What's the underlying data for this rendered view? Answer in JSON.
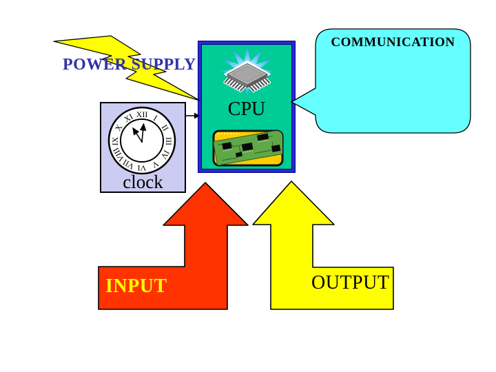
{
  "diagram": {
    "description": "CPU system block diagram slide",
    "background": "#FFFFFF",
    "power_supply": {
      "label": "POWER SUPPLY",
      "label_color": "#3333A6",
      "shape": "lightning-bolt",
      "fill": "#FFFF00",
      "outline": "#000000"
    },
    "clock": {
      "label": "clock",
      "shape": "rectangle",
      "fill": "#CCCCF2",
      "outline": "#000000",
      "numerals": [
        "XII",
        "I",
        "II",
        "III",
        "IV",
        "V",
        "VI",
        "VII",
        "VIII",
        "IX",
        "X",
        "XI"
      ],
      "hands_time": "11:00"
    },
    "cpu": {
      "label": "CPU",
      "shape": "rectangle",
      "fill": "#00CC96",
      "border_color": "#2929CC",
      "icons": [
        "microchip-starburst-icon",
        "circuit-board-icon"
      ]
    },
    "communication": {
      "label": "COMMUNICATION",
      "shape": "speech-bubble",
      "fill": "#66FFFF",
      "outline": "#000000",
      "tail_points_to": "cpu"
    },
    "input": {
      "label": "INPUT",
      "label_color": "#FFFF00",
      "shape": "bent-arrow-up",
      "fill": "#FF3300",
      "outline": "#000000"
    },
    "output": {
      "label": "OUTPUT",
      "label_color": "#000000",
      "shape": "bent-arrow-up",
      "fill": "#FFFF00",
      "outline": "#000000"
    },
    "connector": {
      "from": "clock",
      "to": "cpu",
      "style": "straight-arrow",
      "color": "#000000"
    }
  }
}
